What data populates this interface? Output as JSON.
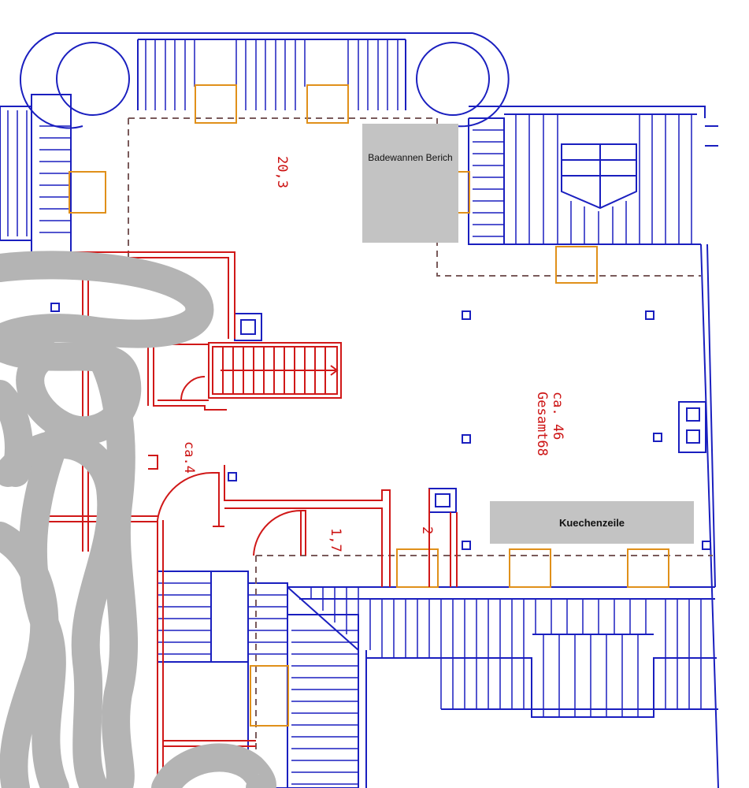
{
  "plan": {
    "rooms": {
      "bathroom_label": "Badewannen Berich",
      "kitchen_label": "Kuechenzeile"
    },
    "dimensions": {
      "area_top": "20,3",
      "area_main_line1": "ca. 46",
      "area_main_line2": "Gesamt68",
      "area_left": "ca.4",
      "dim_1_7": "1,7",
      "dim_2": "2"
    },
    "colors": {
      "wall_blue": "#1a1fbf",
      "wall_red": "#d01818",
      "window_orange": "#e0901a",
      "dashed_line": "#7a5a5a",
      "label_fill": "#c3c3c3",
      "redaction_gray": "#b4b4b4"
    }
  }
}
